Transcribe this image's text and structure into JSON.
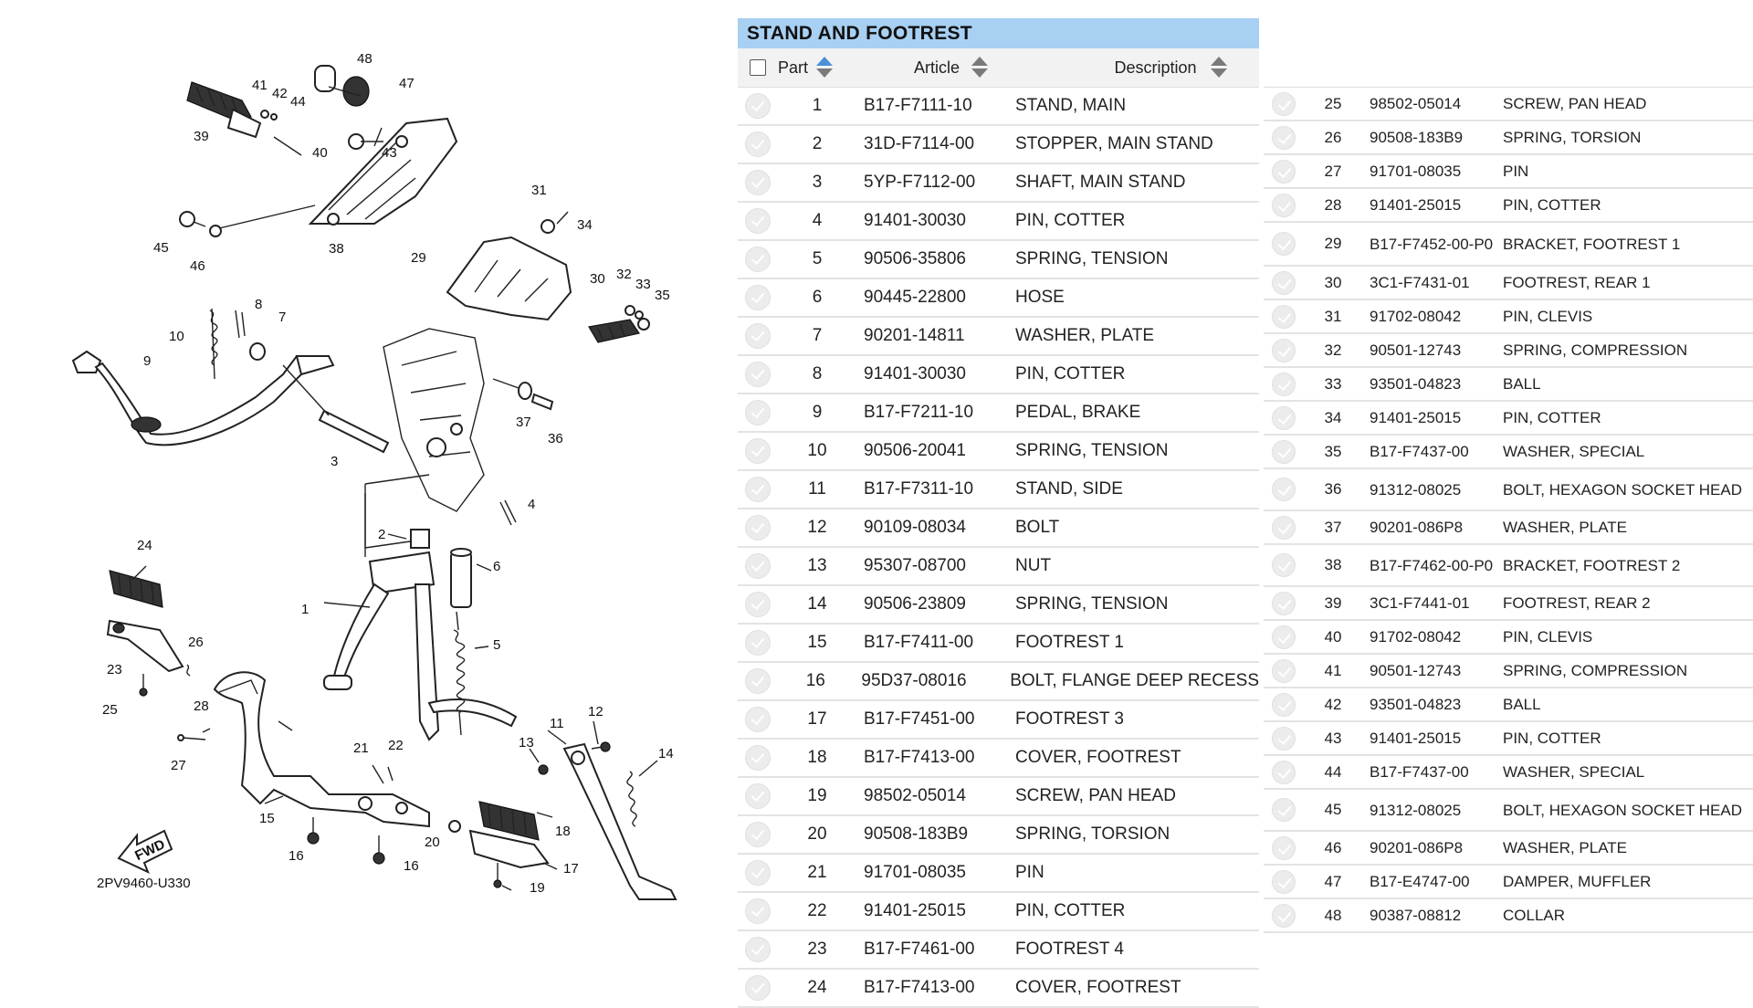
{
  "diagram": {
    "code": "2PV9460-U330",
    "fwd": "FWD",
    "callouts": [
      "1",
      "2",
      "3",
      "4",
      "5",
      "6",
      "7",
      "8",
      "9",
      "10",
      "11",
      "12",
      "13",
      "14",
      "15",
      "16",
      "17",
      "18",
      "19",
      "20",
      "21",
      "22",
      "23",
      "24",
      "25",
      "26",
      "27",
      "28",
      "29",
      "30",
      "31",
      "32",
      "33",
      "34",
      "35",
      "36",
      "37",
      "38",
      "39",
      "40",
      "41",
      "42",
      "43",
      "44",
      "45",
      "46",
      "47",
      "48"
    ]
  },
  "table": {
    "title": "STAND AND FOOTREST",
    "headers": {
      "part": "Part",
      "article": "Article",
      "description": "Description"
    },
    "rows_left": [
      {
        "part": "1",
        "article": "B17-F7111-10",
        "desc": "STAND, MAIN"
      },
      {
        "part": "2",
        "article": "31D-F7114-00",
        "desc": "STOPPER, MAIN STAND"
      },
      {
        "part": "3",
        "article": "5YP-F7112-00",
        "desc": "SHAFT, MAIN STAND"
      },
      {
        "part": "4",
        "article": "91401-30030",
        "desc": "PIN, COTTER"
      },
      {
        "part": "5",
        "article": "90506-35806",
        "desc": "SPRING, TENSION"
      },
      {
        "part": "6",
        "article": "90445-22800",
        "desc": "HOSE"
      },
      {
        "part": "7",
        "article": "90201-14811",
        "desc": "WASHER, PLATE"
      },
      {
        "part": "8",
        "article": "91401-30030",
        "desc": "PIN, COTTER"
      },
      {
        "part": "9",
        "article": "B17-F7211-10",
        "desc": "PEDAL, BRAKE"
      },
      {
        "part": "10",
        "article": "90506-20041",
        "desc": "SPRING, TENSION"
      },
      {
        "part": "11",
        "article": "B17-F7311-10",
        "desc": "STAND, SIDE"
      },
      {
        "part": "12",
        "article": "90109-08034",
        "desc": "BOLT"
      },
      {
        "part": "13",
        "article": "95307-08700",
        "desc": "NUT"
      },
      {
        "part": "14",
        "article": "90506-23809",
        "desc": "SPRING, TENSION"
      },
      {
        "part": "15",
        "article": "B17-F7411-00",
        "desc": "FOOTREST 1"
      },
      {
        "part": "16",
        "article": "95D37-08016",
        "desc": "BOLT, FLANGE DEEP RECESS"
      },
      {
        "part": "17",
        "article": "B17-F7451-00",
        "desc": "FOOTREST 3"
      },
      {
        "part": "18",
        "article": "B17-F7413-00",
        "desc": "COVER, FOOTREST"
      },
      {
        "part": "19",
        "article": "98502-05014",
        "desc": "SCREW, PAN HEAD"
      },
      {
        "part": "20",
        "article": "90508-183B9",
        "desc": "SPRING, TORSION"
      },
      {
        "part": "21",
        "article": "91701-08035",
        "desc": "PIN"
      },
      {
        "part": "22",
        "article": "91401-25015",
        "desc": "PIN, COTTER"
      },
      {
        "part": "23",
        "article": "B17-F7461-00",
        "desc": "FOOTREST 4"
      },
      {
        "part": "24",
        "article": "B17-F7413-00",
        "desc": "COVER, FOOTREST"
      }
    ],
    "rows_right": [
      {
        "part": "25",
        "article": "98502-05014",
        "desc": "SCREW, PAN HEAD"
      },
      {
        "part": "26",
        "article": "90508-183B9",
        "desc": "SPRING, TORSION"
      },
      {
        "part": "27",
        "article": "91701-08035",
        "desc": "PIN"
      },
      {
        "part": "28",
        "article": "91401-25015",
        "desc": "PIN, COTTER"
      },
      {
        "part": "29",
        "article": "B17-F7452-00-P0",
        "desc": "BRACKET, FOOTREST 1"
      },
      {
        "part": "30",
        "article": "3C1-F7431-01",
        "desc": "FOOTREST, REAR 1"
      },
      {
        "part": "31",
        "article": "91702-08042",
        "desc": "PIN, CLEVIS"
      },
      {
        "part": "32",
        "article": "90501-12743",
        "desc": "SPRING, COMPRESSION"
      },
      {
        "part": "33",
        "article": "93501-04823",
        "desc": "BALL"
      },
      {
        "part": "34",
        "article": "91401-25015",
        "desc": "PIN, COTTER"
      },
      {
        "part": "35",
        "article": "B17-F7437-00",
        "desc": "WASHER, SPECIAL"
      },
      {
        "part": "36",
        "article": "91312-08025",
        "desc": "BOLT, HEXAGON SOCKET HEAD"
      },
      {
        "part": "37",
        "article": "90201-086P8",
        "desc": "WASHER, PLATE"
      },
      {
        "part": "38",
        "article": "B17-F7462-00-P0",
        "desc": "BRACKET, FOOTREST 2"
      },
      {
        "part": "39",
        "article": "3C1-F7441-01",
        "desc": "FOOTREST, REAR 2"
      },
      {
        "part": "40",
        "article": "91702-08042",
        "desc": "PIN, CLEVIS"
      },
      {
        "part": "41",
        "article": "90501-12743",
        "desc": "SPRING, COMPRESSION"
      },
      {
        "part": "42",
        "article": "93501-04823",
        "desc": "BALL"
      },
      {
        "part": "43",
        "article": "91401-25015",
        "desc": "PIN, COTTER"
      },
      {
        "part": "44",
        "article": "B17-F7437-00",
        "desc": "WASHER, SPECIAL"
      },
      {
        "part": "45",
        "article": "91312-08025",
        "desc": "BOLT, HEXAGON SOCKET HEAD"
      },
      {
        "part": "46",
        "article": "90201-086P8",
        "desc": "WASHER, PLATE"
      },
      {
        "part": "47",
        "article": "B17-E4747-00",
        "desc": "DAMPER, MUFFLER"
      },
      {
        "part": "48",
        "article": "90387-08812",
        "desc": "COLLAR"
      }
    ]
  }
}
